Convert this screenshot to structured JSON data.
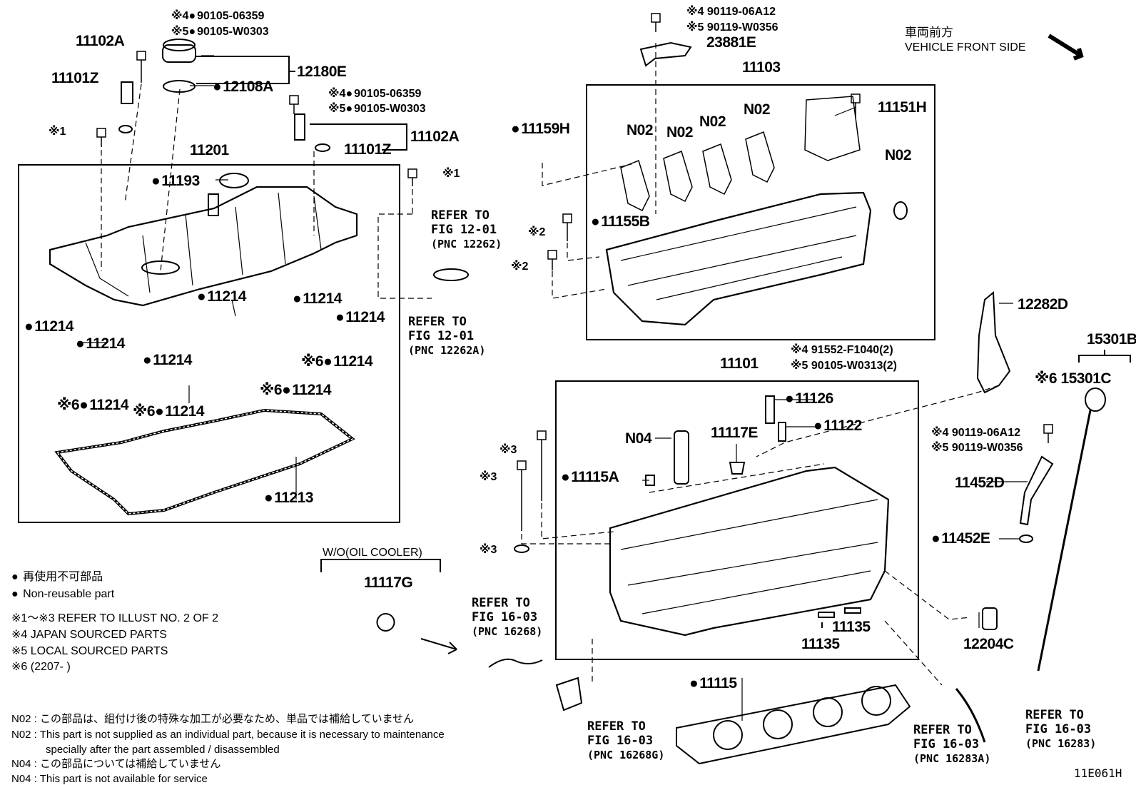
{
  "header": {
    "vehicle_front_ja": "車両前方",
    "vehicle_front_en": "VEHICLE FRONT SIDE",
    "illustration_id": "11E061H"
  },
  "callouts": {
    "c1": {
      "mark": "※4",
      "text": "90105-06359"
    },
    "c2": {
      "mark": "※5",
      "text": "90105-W0303"
    },
    "c3": {
      "mark": "※4",
      "text": "90105-06359"
    },
    "c4": {
      "mark": "※5",
      "text": "90105-W0303"
    },
    "c5": {
      "mark": "※4",
      "text": "90119-06A12"
    },
    "c6": {
      "mark": "※5",
      "text": "90119-W0356"
    },
    "c7": {
      "mark": "※4",
      "text": "91552-F1040(2)"
    },
    "c8": {
      "mark": "※5",
      "text": "90105-W0313(2)"
    },
    "c9": {
      "mark": "※4",
      "text": "90119-06A12"
    },
    "c10": {
      "mark": "※5",
      "text": "90119-W0356"
    }
  },
  "parts": {
    "p11102A_a": "11102A",
    "p11101Z_a": "11101Z",
    "p12180E": "12180E",
    "p12108A": "12108A",
    "p11102A_b": "11102A",
    "p11101Z_b": "11101Z",
    "p11201": "11201",
    "p11193": "11193",
    "p11214_1": "11214",
    "p11214_2": "11214",
    "p11214_3": "11214",
    "p11214_4": "11214",
    "p11214_5": "11214",
    "p11214_6": "11214",
    "p11214_7": "11214",
    "p11214_8": "11214",
    "p11214_9": "11214",
    "p11214_10": "11214",
    "p11213": "11213",
    "p23881E": "23881E",
    "p11103": "11103",
    "p11151H": "11151H",
    "p11159H": "11159H",
    "p11155B": "11155B",
    "p12282D": "12282D",
    "p15301B": "15301B",
    "p15301C": "15301C",
    "p11101": "11101",
    "p11126": "11126",
    "p11122": "11122",
    "p11117E": "11117E",
    "p11115A": "11115A",
    "p11452D": "11452D",
    "p11452E": "11452E",
    "p11117G": "11117G",
    "p11135_a": "11135",
    "p11135_b": "11135",
    "p12204C": "12204C",
    "p11115": "11115",
    "n02_1": "N02",
    "n02_2": "N02",
    "n02_3": "N02",
    "n02_4": "N02",
    "n02_5": "N02",
    "n04": "N04"
  },
  "marks": {
    "m1": "※1",
    "m1b": "※1",
    "m2a": "※2",
    "m2b": "※2",
    "m3a": "※3",
    "m3b": "※3",
    "m3c": "※3",
    "m6a": "※6",
    "m6b": "※6",
    "m6c": "※6",
    "m6d": "※6",
    "m6e": "※6"
  },
  "refs": {
    "r1": {
      "line1": "REFER TO",
      "line2": "FIG 12-01",
      "line3": "(PNC 12262)"
    },
    "r2": {
      "line1": "REFER TO",
      "line2": "FIG 12-01",
      "line3": "(PNC 12262A)"
    },
    "r3": {
      "line1": "REFER TO",
      "line2": "FIG 16-03",
      "line3": "(PNC 16268)"
    },
    "r4": {
      "line1": "REFER TO",
      "line2": "FIG 16-03",
      "line3": "(PNC 16268G)"
    },
    "r5": {
      "line1": "REFER TO",
      "line2": "FIG 16-03",
      "line3": "(PNC 16283A)"
    },
    "r6": {
      "line1": "REFER TO",
      "line2": "FIG 16-03",
      "line3": "(PNC 16283)"
    }
  },
  "wo_oil_cooler": "W/O(OIL COOLER)",
  "legend": {
    "nonreusable_ja": "再使用不可部品",
    "nonreusable_en": "Non-reusable part",
    "note1": "※1～※3  REFER TO ILLUST NO. 2 OF 2",
    "note4": "※4  JAPAN SOURCED PARTS",
    "note5": "※5  LOCAL SOURCED PARTS",
    "note6": "※6  (2207-        )"
  },
  "notes": {
    "n02_ja": "N02 : この部品は、組付け後の特殊な加工が必要なため、単品では補給していません",
    "n02_en1": "N02 : This part is not supplied as an individual part, because it is necessary to maintenance",
    "n02_en2": "specially after the part assembled / disassembled",
    "n04_ja": "N04 : この部品については補給していません",
    "n04_en": "N04 : This part is not available for service"
  }
}
